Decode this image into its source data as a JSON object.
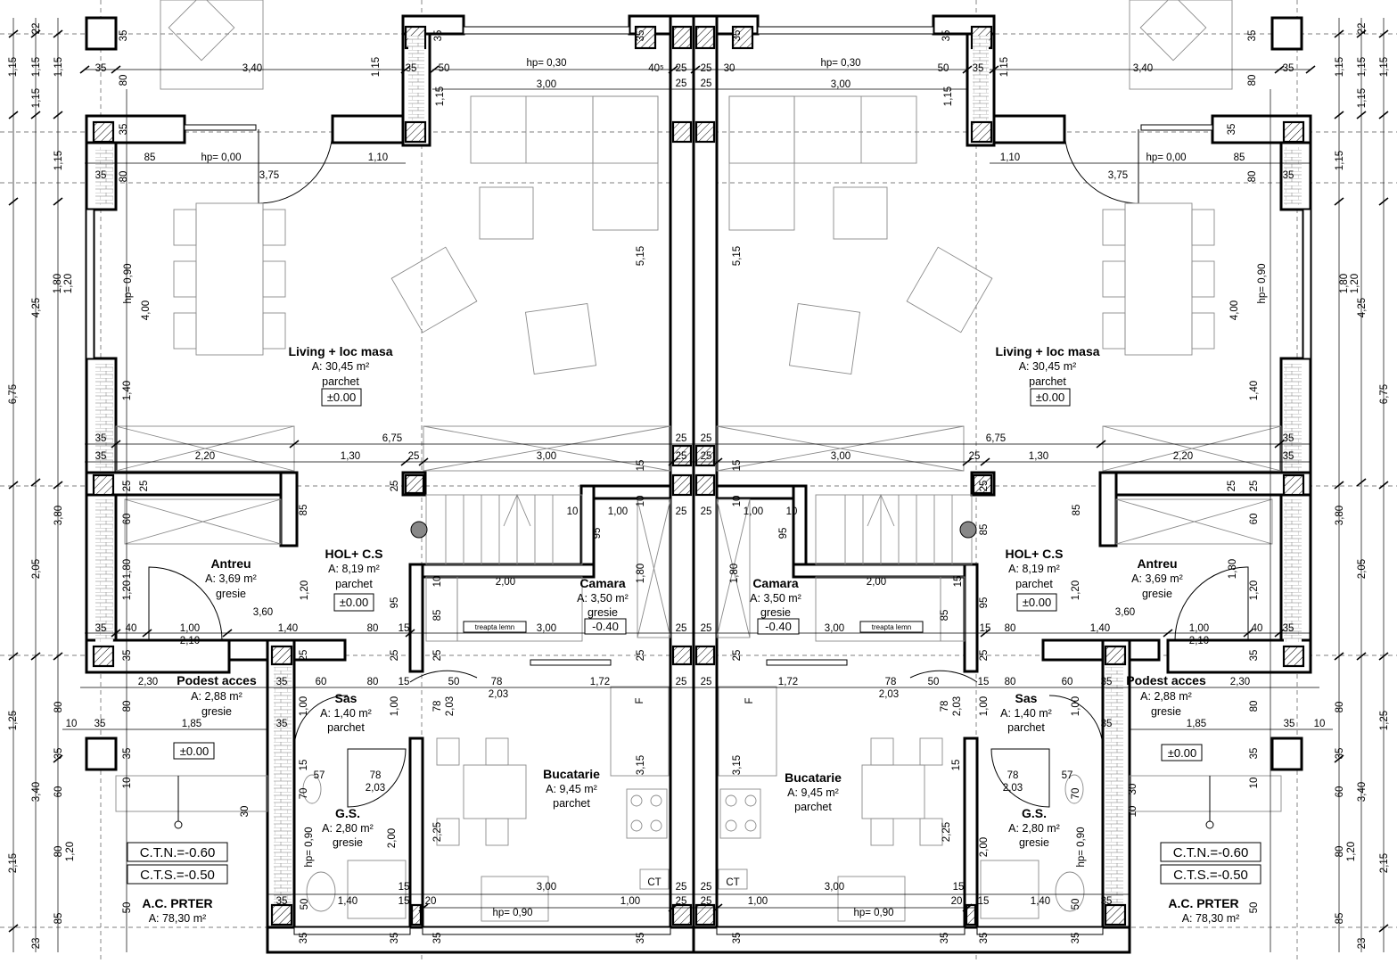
{
  "rooms": [
    {
      "name": "Living + loc masa",
      "area": "A: 30,45 m²",
      "finish": "parchet",
      "level": "±0.00"
    },
    {
      "name": "HOL+ C.S",
      "area": "A: 8,19 m²",
      "finish": "parchet",
      "level": "±0.00"
    },
    {
      "name": "Antreu",
      "area": "A: 3,69 m²",
      "finish": "gresie"
    },
    {
      "name": "Camara",
      "area": "A: 3,50 m²",
      "finish": "gresie",
      "level": "-0.40"
    },
    {
      "name": "Podest acces",
      "area": "A: 2,88 m²",
      "finish": "gresie",
      "level": "±0.00"
    },
    {
      "name": "Sas",
      "area": "A: 1,40 m²",
      "finish": "parchet"
    },
    {
      "name": "Bucatarie",
      "area": "A: 9,45 m²",
      "finish": "parchet"
    },
    {
      "name": "G.S.",
      "area": "A: 2,80 m²",
      "finish": "gresie"
    }
  ],
  "site": {
    "ctn": "C.T.N.=-0.60",
    "cts": "C.T.S.=-0.50",
    "ac_title": "A.C. PRTER",
    "ac_area": "A: 78,30 m²"
  },
  "notes": {
    "treapta": "treapta lemn",
    "fridge": "F",
    "ct": "CT"
  },
  "dims": {
    "hp030": "hp= 0,30",
    "hp000": "hp= 0,00",
    "hp090": "hp= 0,90",
    "d300": "3,00",
    "d340": "3,40",
    "d375": "3,75",
    "d110": "1,10",
    "d85": "85",
    "d35": "35",
    "d50": "50",
    "d25": "25",
    "d30": "30",
    "d405": "40⁵",
    "d675": "6,75",
    "d220": "2,20",
    "d130": "1,30",
    "d515": "5,15",
    "d400": "4,00",
    "d140": "1,40",
    "d180": "1,80",
    "d120": "1,20",
    "d100": "1,00",
    "d10": "10",
    "d95": "95",
    "d200": "2,00",
    "d360": "3,60",
    "d210": "2,10",
    "d40": "40",
    "d80": "80",
    "d15": "15",
    "d230": "2,30",
    "d185": "1,85",
    "d60": "60",
    "d78": "78",
    "d203": "2,03",
    "d172": "1,72",
    "d57": "57",
    "d70": "70",
    "d315": "3,15",
    "d225": "2,25",
    "d20": "20",
    "l22": "22",
    "l115": "1,15",
    "l425": "4,25",
    "l675": "6,75",
    "l380": "3,80",
    "l205": "2,05",
    "l125": "1,25",
    "l340": "3,40",
    "l215": "2,15",
    "l23": "23"
  }
}
